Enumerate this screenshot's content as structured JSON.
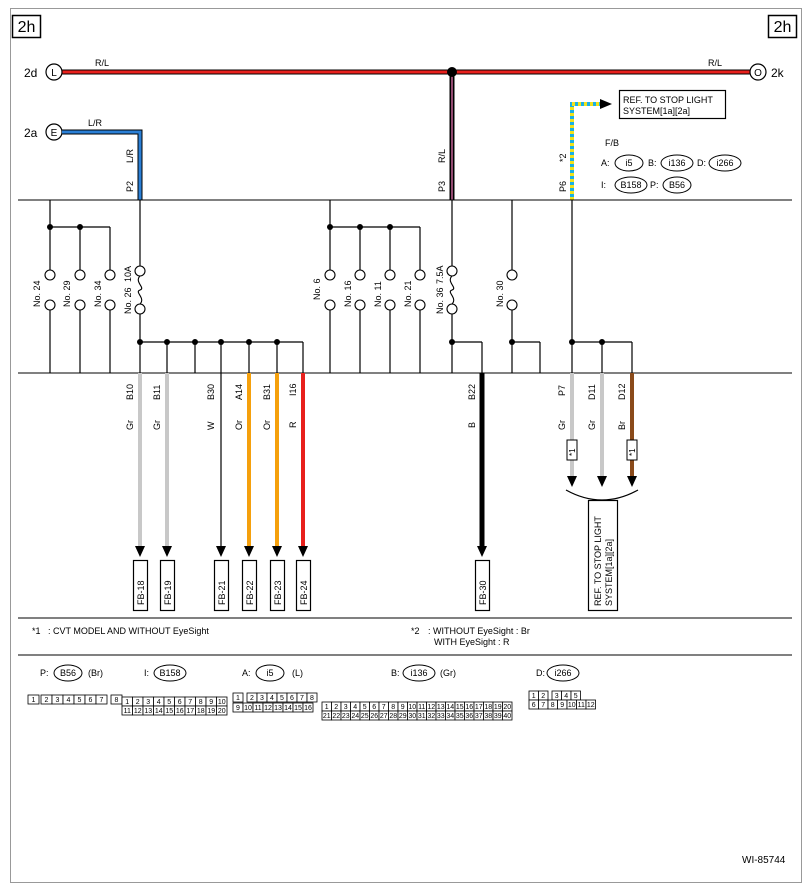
{
  "page_refs": {
    "top_left": "2h",
    "top_right": "2h"
  },
  "connectors": {
    "left_top": {
      "label": "2d",
      "letter": "L"
    },
    "left_mid": {
      "label": "2a",
      "letter": "E"
    },
    "right_top": {
      "label": "2k",
      "letter": "O"
    }
  },
  "top_wires": {
    "rl_left": "R/L",
    "rl_right": "R/L",
    "lr": "L/R",
    "lr_vert": "L/R",
    "rl_vert": "R/L",
    "star2": "*2"
  },
  "fb_pins": {
    "p2": "P2",
    "p3": "P3",
    "p6": "P6"
  },
  "ref_box_top": {
    "line1": "REF. TO STOP LIGHT",
    "line2": "SYSTEM[1a][2a]"
  },
  "fb_legend": {
    "title": "F/B",
    "a": "A:",
    "a_conn": "i5",
    "b": "B:",
    "b_conn": "i136",
    "d": "D:",
    "d_conn": "i266",
    "i": "I:",
    "i_conn": "B158",
    "p": "P:",
    "p_conn": "B56"
  },
  "fuses": {
    "f24": "No. 24",
    "f29": "No. 29",
    "f34": "No. 34",
    "f26": "No. 26",
    "f26_amp": "10A",
    "f6": "No. 6",
    "f16": "No. 16",
    "f11": "No. 11",
    "f21": "No. 21",
    "f36": "No. 36",
    "f36_amp": "7.5A",
    "f30": "No. 30"
  },
  "outputs": [
    {
      "pin": "B10",
      "color_code": "Gr",
      "dest": "FB-18"
    },
    {
      "pin": "B11",
      "color_code": "Gr",
      "dest": "FB-19"
    },
    {
      "pin": "B30",
      "color_code": "W",
      "dest": "FB-21"
    },
    {
      "pin": "A14",
      "color_code": "Or",
      "dest": "FB-22"
    },
    {
      "pin": "B31",
      "color_code": "Or",
      "dest": "FB-23"
    },
    {
      "pin": "I16",
      "color_code": "R",
      "dest": "FB-24"
    },
    {
      "pin": "B22",
      "color_code": "B",
      "dest": "FB-30"
    },
    {
      "pin": "P7",
      "color_code": "Gr",
      "dest": ""
    },
    {
      "pin": "D11",
      "color_code": "Gr",
      "dest": ""
    },
    {
      "pin": "D12",
      "color_code": "Br",
      "dest": ""
    }
  ],
  "star1_tag": "*1",
  "ref_box_bottom": {
    "line1": "REF. TO STOP LIGHT",
    "line2": "SYSTEM[1a][2a]"
  },
  "notes": {
    "n1_mark": "*1",
    "n1_text": ": CVT MODEL AND WITHOUT EyeSight",
    "n2_mark": "*2",
    "n2_line1": ": WITHOUT EyeSight : Br",
    "n2_line2": "WITH EyeSight : R"
  },
  "connector_views": {
    "p": {
      "prefix": "P:",
      "name": "B56",
      "color": "(Br)",
      "pins": [
        "1",
        "2",
        "3",
        "4",
        "5",
        "6",
        "7",
        "8"
      ]
    },
    "i": {
      "prefix": "I:",
      "name": "B158",
      "pins_top": [
        "1",
        "2",
        "3",
        "4",
        "5",
        "6",
        "7",
        "8",
        "9",
        "10"
      ],
      "pins_bot": [
        "11",
        "12",
        "13",
        "14",
        "15",
        "16",
        "17",
        "18",
        "19",
        "20"
      ]
    },
    "a": {
      "prefix": "A:",
      "name": "i5",
      "color": "(L)",
      "pins_top": [
        "1",
        "2",
        "3",
        "4",
        "5",
        "6",
        "7",
        "8"
      ],
      "pins_bot": [
        "9",
        "10",
        "11",
        "12",
        "13",
        "14",
        "15",
        "16"
      ]
    },
    "b": {
      "prefix": "B:",
      "name": "i136",
      "color": "(Gr)",
      "pins_top": [
        "1",
        "2",
        "3",
        "4",
        "5",
        "6",
        "7",
        "8",
        "9",
        "10",
        "11",
        "12",
        "13",
        "14",
        "15",
        "16",
        "17",
        "18",
        "19",
        "20"
      ],
      "pins_bot": [
        "21",
        "22",
        "23",
        "24",
        "25",
        "26",
        "27",
        "28",
        "29",
        "30",
        "31",
        "32",
        "33",
        "34",
        "35",
        "36",
        "37",
        "38",
        "39",
        "40"
      ]
    },
    "d": {
      "prefix": "D:",
      "name": "i266",
      "pins_top": [
        "1",
        "2",
        "3",
        "4",
        "5"
      ],
      "pins_bot": [
        "6",
        "7",
        "8",
        "9",
        "10",
        "11",
        "12"
      ]
    }
  },
  "drawing_id": "WI-85744",
  "colors": {
    "red": "#e8201c",
    "blue": "#2a7fd6",
    "gray": "#c8c8c8",
    "orange": "#f5a00c",
    "black": "#000000",
    "brown": "#8a4a1a",
    "yellow": "#f2e21a",
    "cyan": "#1ab0e6"
  }
}
